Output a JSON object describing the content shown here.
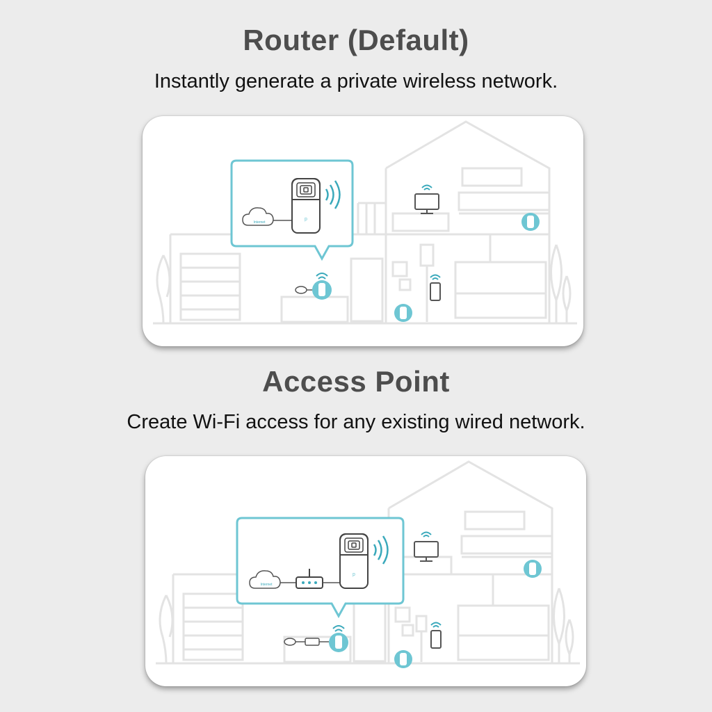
{
  "sections": [
    {
      "title": "Router (Default)",
      "subtitle": "Instantly generate a private wireless network.",
      "cloud_label": "Internet"
    },
    {
      "title": "Access Point",
      "subtitle": "Create Wi-Fi access for any existing wired network.",
      "cloud_label": "Internet"
    }
  ],
  "colors": {
    "accent": "#6ec6d3",
    "accent_dark": "#3aa9bb",
    "house_lines": "#e3e3e3",
    "device_stroke": "#444444",
    "background": "#ececec",
    "card": "#ffffff"
  },
  "icons": [
    "cloud-icon",
    "router-device-icon",
    "wifi-signal-icon",
    "modem-icon",
    "tv-icon",
    "phone-icon",
    "mesh-unit-icon",
    "house-illustration"
  ]
}
